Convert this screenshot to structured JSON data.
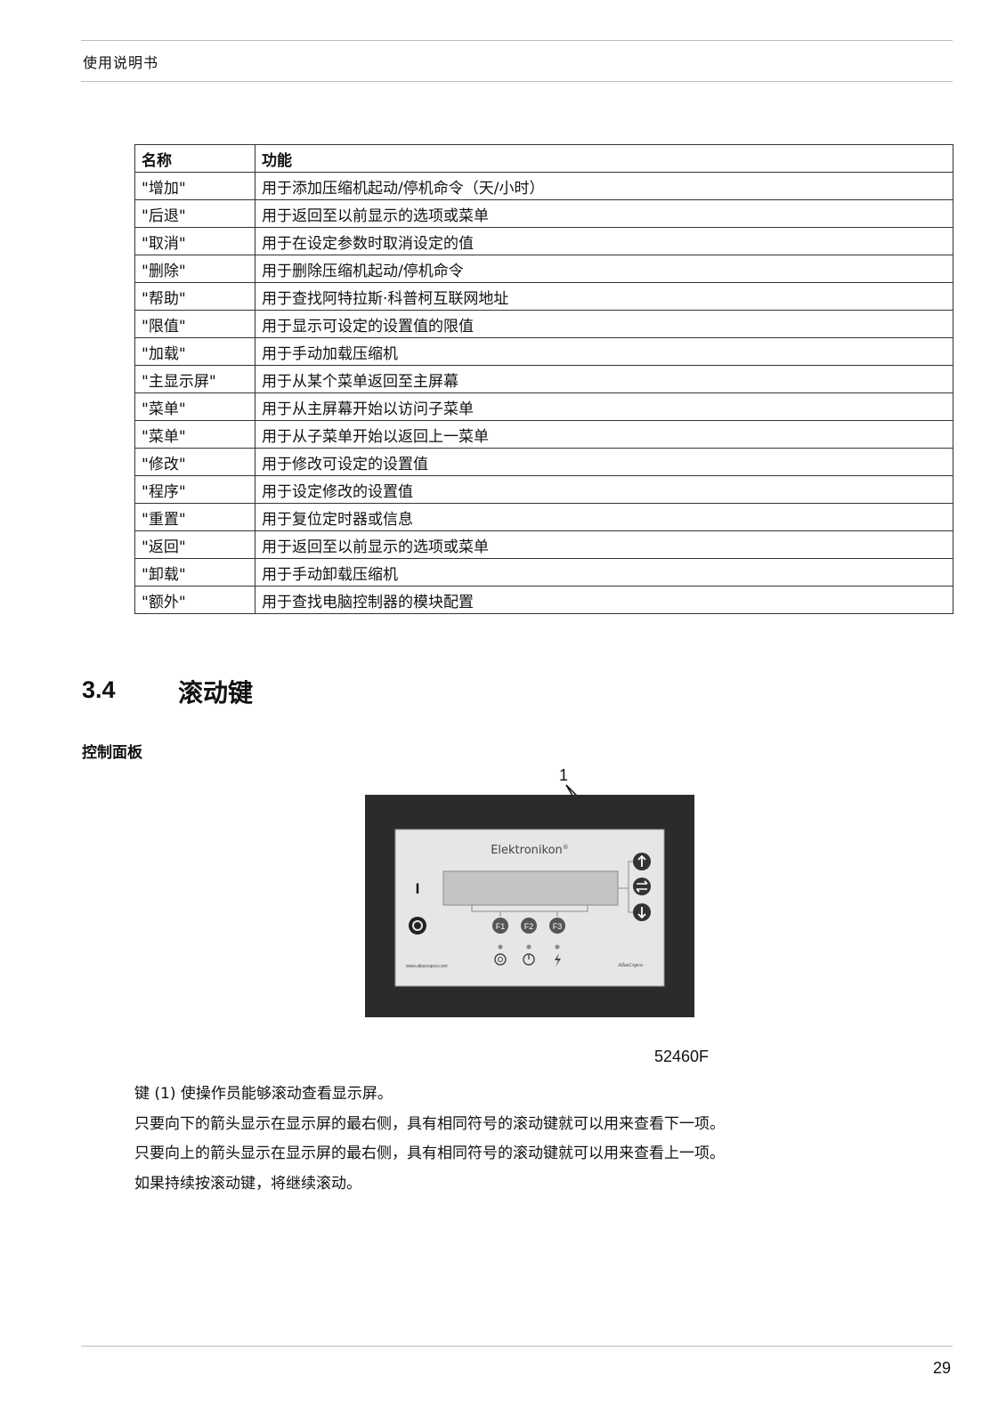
{
  "header": {
    "title": "使用说明书"
  },
  "function_table": {
    "headers": [
      "名称",
      "功能"
    ],
    "rows": [
      [
        "\"增加\"",
        "用于添加压缩机起动/停机命令（天/小时）"
      ],
      [
        "\"后退\"",
        "用于返回至以前显示的选项或菜单"
      ],
      [
        "\"取消\"",
        "用于在设定参数时取消设定的值"
      ],
      [
        "\"删除\"",
        "用于删除压缩机起动/停机命令"
      ],
      [
        "\"帮助\"",
        "用于查找阿特拉斯·科普柯互联网地址"
      ],
      [
        "\"限值\"",
        "用于显示可设定的设置值的限值"
      ],
      [
        "\"加载\"",
        "用于手动加载压缩机"
      ],
      [
        "\"主显示屏\"",
        "用于从某个菜单返回至主屏幕"
      ],
      [
        "\"菜单\"",
        "用于从主屏幕开始以访问子菜单"
      ],
      [
        "\"菜单\"",
        "用于从子菜单开始以返回上一菜单"
      ],
      [
        "\"修改\"",
        "用于修改可设定的设置值"
      ],
      [
        "\"程序\"",
        "用于设定修改的设置值"
      ],
      [
        "\"重置\"",
        "用于复位定时器或信息"
      ],
      [
        "\"返回\"",
        "用于返回至以前显示的选项或菜单"
      ],
      [
        "\"卸载\"",
        "用于手动卸载压缩机"
      ],
      [
        "\"额外\"",
        "用于查找电脑控制器的模块配置"
      ]
    ]
  },
  "section": {
    "number": "3.4",
    "title": "滚动键"
  },
  "subheading": "控制面板",
  "figure": {
    "callout": "1",
    "brand": "Elektronikon",
    "brand_mark": "®",
    "start_label": "I",
    "fkeys": [
      "F1",
      "F2",
      "F3"
    ],
    "website": "www.atlascopco.com",
    "logo_text": "AtlasCopco",
    "code": "52460F",
    "icons": [
      "arrow-up-icon",
      "enter-icon",
      "arrow-down-icon",
      "stop-icon",
      "start-icon",
      "power-icon",
      "warning-icon",
      "lightning-icon"
    ]
  },
  "paragraphs": [
    "键 (1) 使操作员能够滚动查看显示屏。",
    "只要向下的箭头显示在显示屏的最右侧，具有相同符号的滚动键就可以用来查看下一项。",
    "只要向上的箭头显示在显示屏的最右侧，具有相同符号的滚动键就可以用来查看上一项。",
    "如果持续按滚动键，将继续滚动。"
  ],
  "footer": {
    "page_number": "29"
  }
}
